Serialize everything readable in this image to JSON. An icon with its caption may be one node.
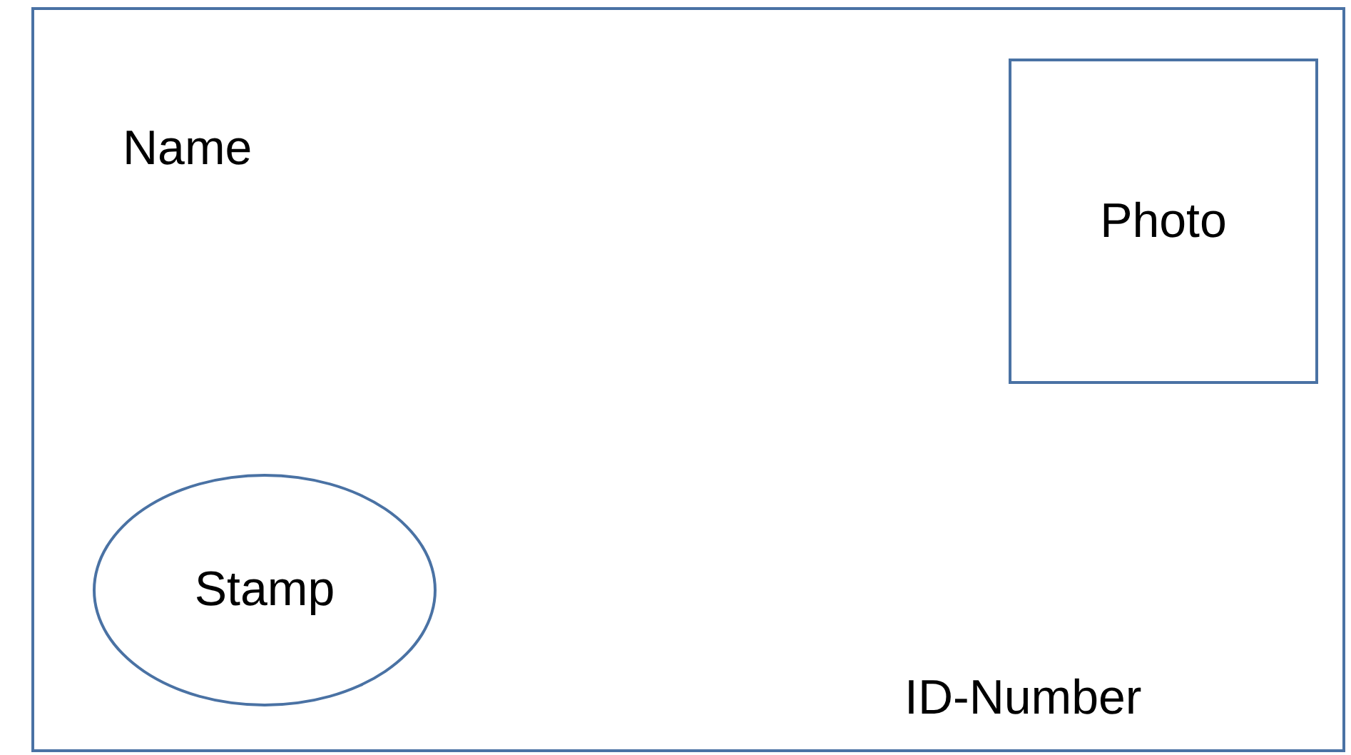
{
  "diagram": {
    "nodes": [
      {
        "text": [],
        "shape": "box"
      },
      {
        "text": [
          "Photo"
        ],
        "in": 0
      },
      {
        "text": [
          "Stamp"
        ],
        "in": 0
      }
    ],
    "edges": [],
    "labels": [
      "Name",
      "ID-Number"
    ]
  }
}
